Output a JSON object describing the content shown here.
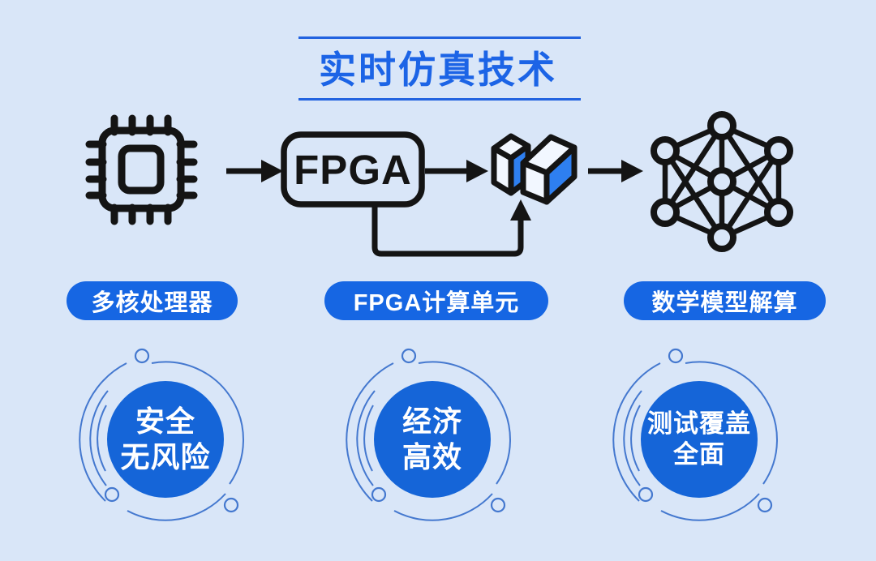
{
  "title": {
    "text": "实时仿真技术"
  },
  "flow": {
    "fpga_label": "FPGA",
    "icons": [
      {
        "name": "cpu-chip-icon"
      },
      {
        "name": "arrow-right-icon"
      },
      {
        "name": "fpga-box"
      },
      {
        "name": "3d-blocks-icon"
      },
      {
        "name": "feedback-arrow-icon"
      },
      {
        "name": "mesh-network-icon"
      }
    ]
  },
  "stage_labels": [
    {
      "text": "多核处理器"
    },
    {
      "text": "FPGA计算单元"
    },
    {
      "text": "数学模型解算"
    }
  ],
  "badges": [
    {
      "line1": "安全",
      "line2": "无风险"
    },
    {
      "line1": "经济",
      "line2": "高效"
    },
    {
      "line1": "测试覆盖",
      "line2": "全面"
    }
  ],
  "colors": {
    "background": "#d9e6f8",
    "title_blue": "#1c64e6",
    "rule_blue": "#2263e0",
    "pill_blue": "#1666e3",
    "badge_blue": "#1565d8",
    "block_face_blue": "#2e7ff0",
    "diagram_black": "#141414",
    "arc_blue": "#4478cf"
  }
}
